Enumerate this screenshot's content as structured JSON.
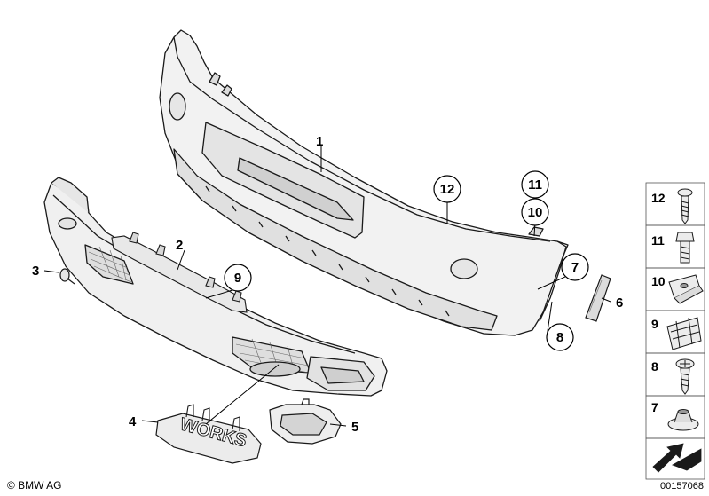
{
  "callouts": [
    {
      "id": "c1",
      "text": "1"
    },
    {
      "id": "c2",
      "text": "2"
    },
    {
      "id": "c3",
      "text": "3"
    },
    {
      "id": "c4",
      "text": "4"
    },
    {
      "id": "c5",
      "text": "5"
    },
    {
      "id": "c6",
      "text": "6"
    },
    {
      "id": "c7",
      "text": "7"
    },
    {
      "id": "c8",
      "text": "8"
    },
    {
      "id": "c9",
      "text": "9"
    },
    {
      "id": "c10",
      "text": "10"
    },
    {
      "id": "c11",
      "text": "11"
    },
    {
      "id": "c12",
      "text": "12"
    }
  ],
  "legend": [
    "12",
    "11",
    "10",
    "9",
    "8",
    "7"
  ],
  "emblem_text": "WORKS",
  "footer": {
    "copyright": "© BMW AG",
    "doc_number": "00157068"
  }
}
